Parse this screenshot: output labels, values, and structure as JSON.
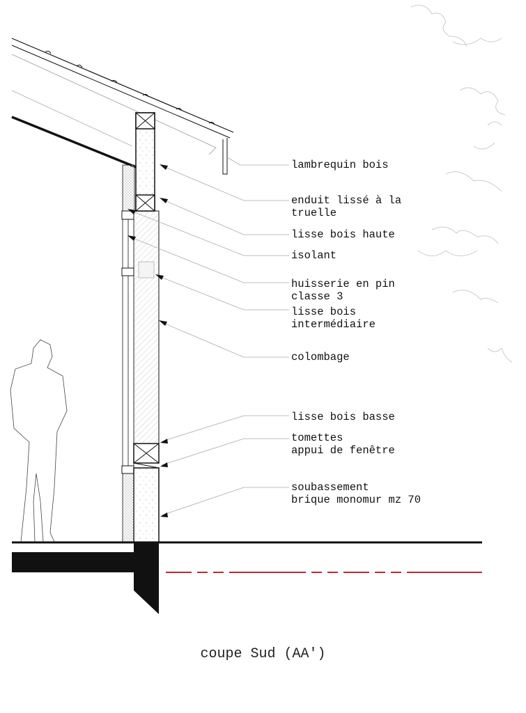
{
  "title": "coupe Sud (AA')",
  "labels": [
    {
      "id": "lambrequin",
      "lines": [
        "lambrequin bois"
      ]
    },
    {
      "id": "enduit",
      "lines": [
        "enduit lissé à la",
        "truelle"
      ]
    },
    {
      "id": "lisse-haute",
      "lines": [
        "lisse bois haute"
      ]
    },
    {
      "id": "isolant",
      "lines": [
        "isolant"
      ]
    },
    {
      "id": "huisserie",
      "lines": [
        "huisserie en pin",
        "classe 3"
      ]
    },
    {
      "id": "lisse-intermediaire",
      "lines": [
        "lisse bois",
        "intermédiaire"
      ]
    },
    {
      "id": "colombage",
      "lines": [
        "colombage"
      ]
    },
    {
      "id": "lisse-basse",
      "lines": [
        "lisse bois basse"
      ]
    },
    {
      "id": "tomettes",
      "lines": [
        "tomettes",
        "appui de fenêtre"
      ]
    },
    {
      "id": "soubassement",
      "lines": [
        "soubassement",
        "brique monomur mz 70"
      ]
    }
  ],
  "colors": {
    "line": "#111111",
    "leader": "#aaaaaa",
    "dashed": "#c0282d"
  }
}
